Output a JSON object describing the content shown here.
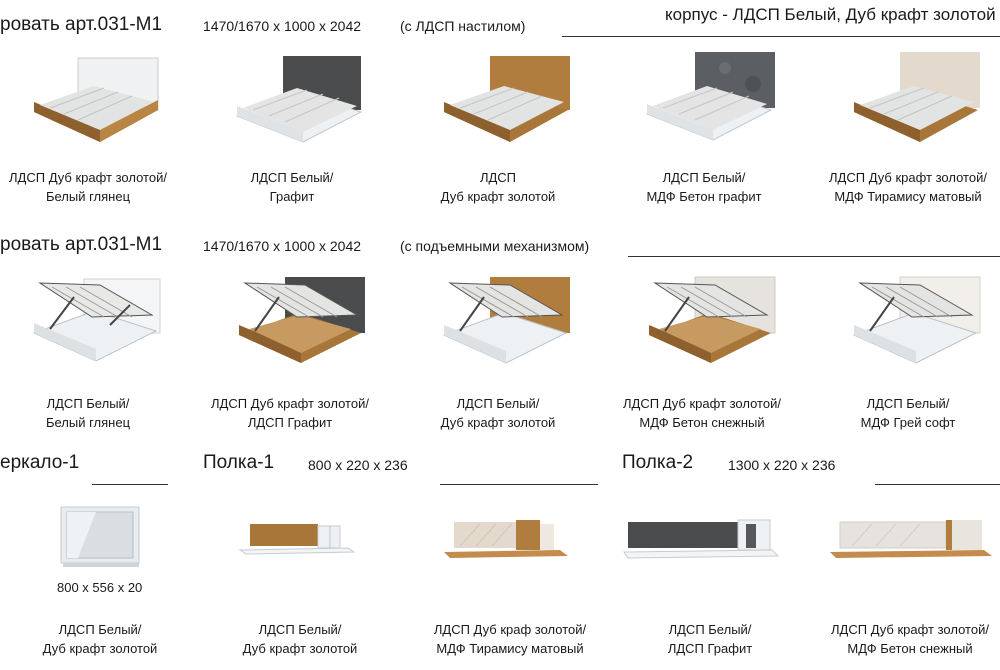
{
  "header": {
    "corpus": "корпус - ЛДСП Белый, Дуб крафт золотой"
  },
  "section1": {
    "title": "ровать арт.031-М1",
    "dimensions": "1470/1670 х 1000 х 2042",
    "note": "(с ЛДСП настилом)",
    "items": [
      {
        "line1": "ЛДСП Дуб крафт золотой/",
        "line2": "Белый глянец"
      },
      {
        "line1": "ЛДСП Белый/",
        "line2": "Графит"
      },
      {
        "line1": "ЛДСП",
        "line2": "Дуб крафт золотой"
      },
      {
        "line1": "ЛДСП Белый/",
        "line2": "МДФ Бетон графит"
      },
      {
        "line1": "ЛДСП Дуб крафт золотой/",
        "line2": "МДФ Тирамису матовый"
      }
    ]
  },
  "section2": {
    "title": "ровать арт.031-М1",
    "dimensions": "1470/1670 х 1000 х 2042",
    "note": "(с подъемными механизмом)",
    "items": [
      {
        "line1": "ЛДСП Белый/",
        "line2": "Белый глянец"
      },
      {
        "line1": "ЛДСП Дуб крафт золотой/",
        "line2": "ЛДСП Графит"
      },
      {
        "line1": "ЛДСП Белый/",
        "line2": "Дуб крафт золотой"
      },
      {
        "line1": "ЛДСП Дуб крафт золотой/",
        "line2": "МДФ Бетон снежный"
      },
      {
        "line1": "ЛДСП Белый/",
        "line2": "МДФ Грей софт"
      }
    ]
  },
  "section3": {
    "mirror_title": "еркало-1",
    "mirror_dimensions": "800 х 556 х 20",
    "shelf1_title": "Полка-1",
    "shelf1_dimensions": "800 х 220 х 236",
    "shelf2_title": "Полка-2",
    "shelf2_dimensions": "1300 х 220 х 236",
    "items": [
      {
        "line1": "ЛДСП  Белый/",
        "line2": "Дуб крафт золотой"
      },
      {
        "line1": "ЛДСП Белый/",
        "line2": "Дуб крафт золотой"
      },
      {
        "line1": "ЛДСП Дуб краф золотой/",
        "line2": "МДФ Тирамису матовый"
      },
      {
        "line1": "ЛДСП Белый/",
        "line2": "ЛДСП Графит"
      },
      {
        "line1": "ЛДСП Дуб крафт золотой/",
        "line2": "МДФ Бетон снежный"
      }
    ]
  },
  "colors": {
    "oak": "#a9763a",
    "oak_dark": "#7d5426",
    "white": "#eef1f3",
    "graphite": "#4a4b4d",
    "concrete_graphite": "#5b5f63",
    "tiramisu": "#e3d9cc",
    "concrete_snow": "#e6e3df",
    "grey_soft": "#f2efeb",
    "slats": "#d8d8d6"
  }
}
